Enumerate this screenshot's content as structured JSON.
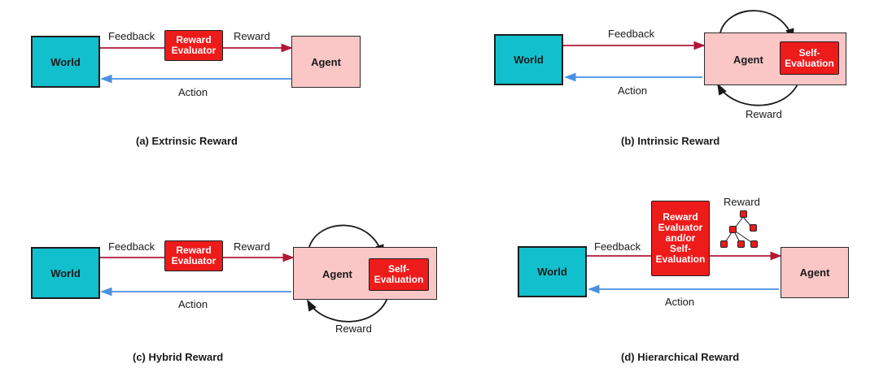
{
  "panels": {
    "a": {
      "world": "World",
      "agent": "Agent",
      "evaluator": "Reward Evaluator",
      "feedback": "Feedback",
      "reward": "Reward",
      "action": "Action",
      "caption": "(a) Extrinsic Reward"
    },
    "b": {
      "world": "World",
      "agent": "Agent",
      "self_eval": "Self-Evaluation",
      "feedback": "Feedback",
      "reward": "Reward",
      "action": "Action",
      "caption": "(b) Intrinsic Reward"
    },
    "c": {
      "world": "World",
      "agent": "Agent",
      "evaluator": "Reward Evaluator",
      "self_eval": "Self-Evaluation",
      "feedback": "Feedback",
      "reward_top": "Reward",
      "reward_loop": "Reward",
      "action": "Action",
      "caption": "(c) Hybrid Reward"
    },
    "d": {
      "world": "World",
      "agent": "Agent",
      "evaluator": "Reward Evaluator and/or Self-Evaluation",
      "feedback": "Feedback",
      "reward": "Reward",
      "action": "Action",
      "caption": "(d) Hierarchical Reward"
    }
  },
  "colors": {
    "world": "#12bfcc",
    "agent": "#fbc6c6",
    "evaluator": "#ee1b1b",
    "feedback_arrow": "#b0183a",
    "action_arrow": "#4a90e2",
    "loop_arrow": "#1a1a1a"
  }
}
